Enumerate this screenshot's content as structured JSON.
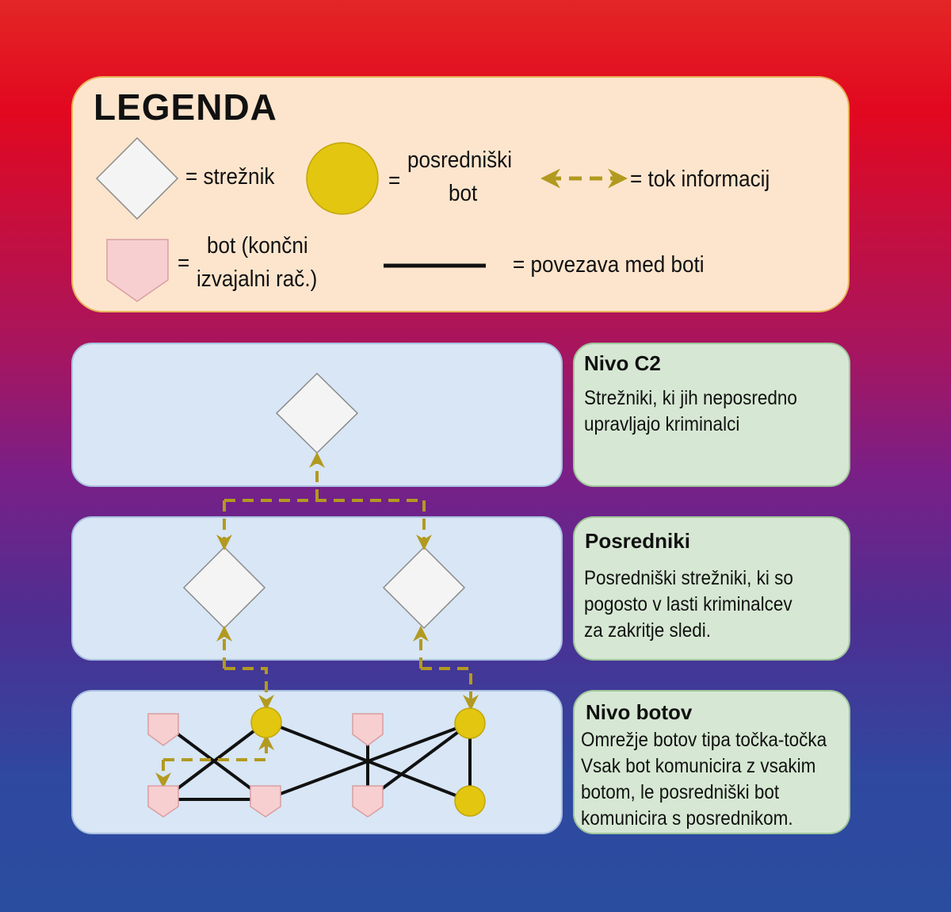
{
  "legend": {
    "title": "LEGENDA",
    "server_label": "= strežnik",
    "proxy_bot_eq": "=",
    "proxy_bot_line1": "posredniški",
    "proxy_bot_line2": "bot",
    "info_flow_label": "= tok informacij",
    "bot_eq": "=",
    "bot_line1": "bot (končni",
    "bot_line2": "izvajalni rač.)",
    "connection_label": "=  povezava med boti"
  },
  "levels": [
    {
      "title": "Nivo C2",
      "lines": [
        "Strežniki, ki jih neposredno",
        "upravljajo kriminalci"
      ]
    },
    {
      "title": "Posredniki",
      "lines": [
        "Posredniški strežniki, ki so",
        "pogosto v lasti kriminalcev",
        "za  zakritje sledi."
      ]
    },
    {
      "title": "Nivo botov",
      "lines": [
        "Omrežje botov tipa točka-točka",
        "Vsak bot komunicira z vsakim",
        "botom, le posredniški bot",
        "komunicira s posrednikom."
      ]
    }
  ],
  "colors": {
    "server_fill": "#f4f4f4",
    "proxy_bot_fill": "#e2c60f",
    "bot_fill": "#f7cfd0",
    "flow_arrow": "#b29a20",
    "connection": "#111111"
  },
  "icons": {
    "server": "diamond",
    "proxy_bot": "circle",
    "bot": "pentagon-shield",
    "info_flow": "dashed-double-arrow",
    "connection": "solid-line"
  }
}
